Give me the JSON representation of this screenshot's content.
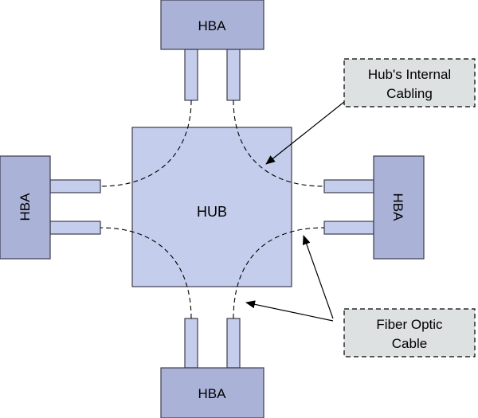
{
  "hub": {
    "label": "HUB"
  },
  "hbas": {
    "top": "HBA",
    "left": "HBA",
    "right": "HBA",
    "bottom": "HBA"
  },
  "callouts": {
    "internal_cabling": {
      "line1": "Hub's Internal",
      "line2": "Cabling"
    },
    "fiber_optic": {
      "line1": "Fiber Optic",
      "line2": "Cable"
    }
  },
  "colors": {
    "hub_fill": "#c5cdec",
    "hba_fill": "#aab2d8",
    "connector_fill": "#c5cdec",
    "callout_fill": "#dde1e1",
    "stroke": "#3c3c4c"
  }
}
